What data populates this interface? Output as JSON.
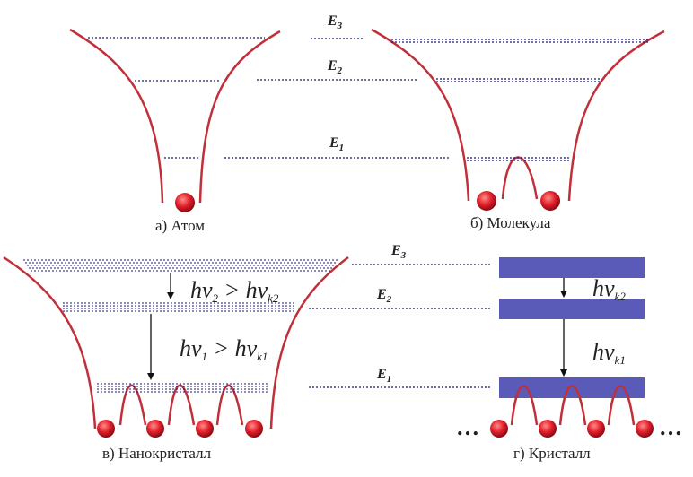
{
  "panels": {
    "atom": {
      "caption": "а) Атом"
    },
    "molecule": {
      "caption": "б) Молекула"
    },
    "nanocrystal": {
      "caption": "в) Нанокристалл"
    },
    "crystal": {
      "caption": "г) Кристалл"
    }
  },
  "levels": {
    "top": {
      "e3": "E",
      "e3_sub": "3",
      "e2": "E",
      "e2_sub": "2",
      "e1": "E",
      "e1_sub": "1"
    },
    "bottom": {
      "e3": "E",
      "e3_sub": "3",
      "e2": "E",
      "e2_sub": "2",
      "e1": "E",
      "e1_sub": "1"
    }
  },
  "transitions": {
    "nano_upper": {
      "h": "hν",
      "sub_a": "2",
      "gt": " > ",
      "h2": "hν",
      "sub_b": "k2"
    },
    "nano_lower": {
      "h": "hν",
      "sub_a": "1",
      "gt": " > ",
      "h2": "hν",
      "sub_b": "k1"
    },
    "crystal_upper": {
      "h": "hν",
      "sub": "k2"
    },
    "crystal_lower": {
      "h": "hν",
      "sub": "k1"
    }
  },
  "ellipsis": {
    "left": "…",
    "right": "…"
  },
  "colors": {
    "well": "#c0303a",
    "atom": "#dd1f2a",
    "band": "#5a5ab8",
    "level": "#1a1a6e"
  }
}
